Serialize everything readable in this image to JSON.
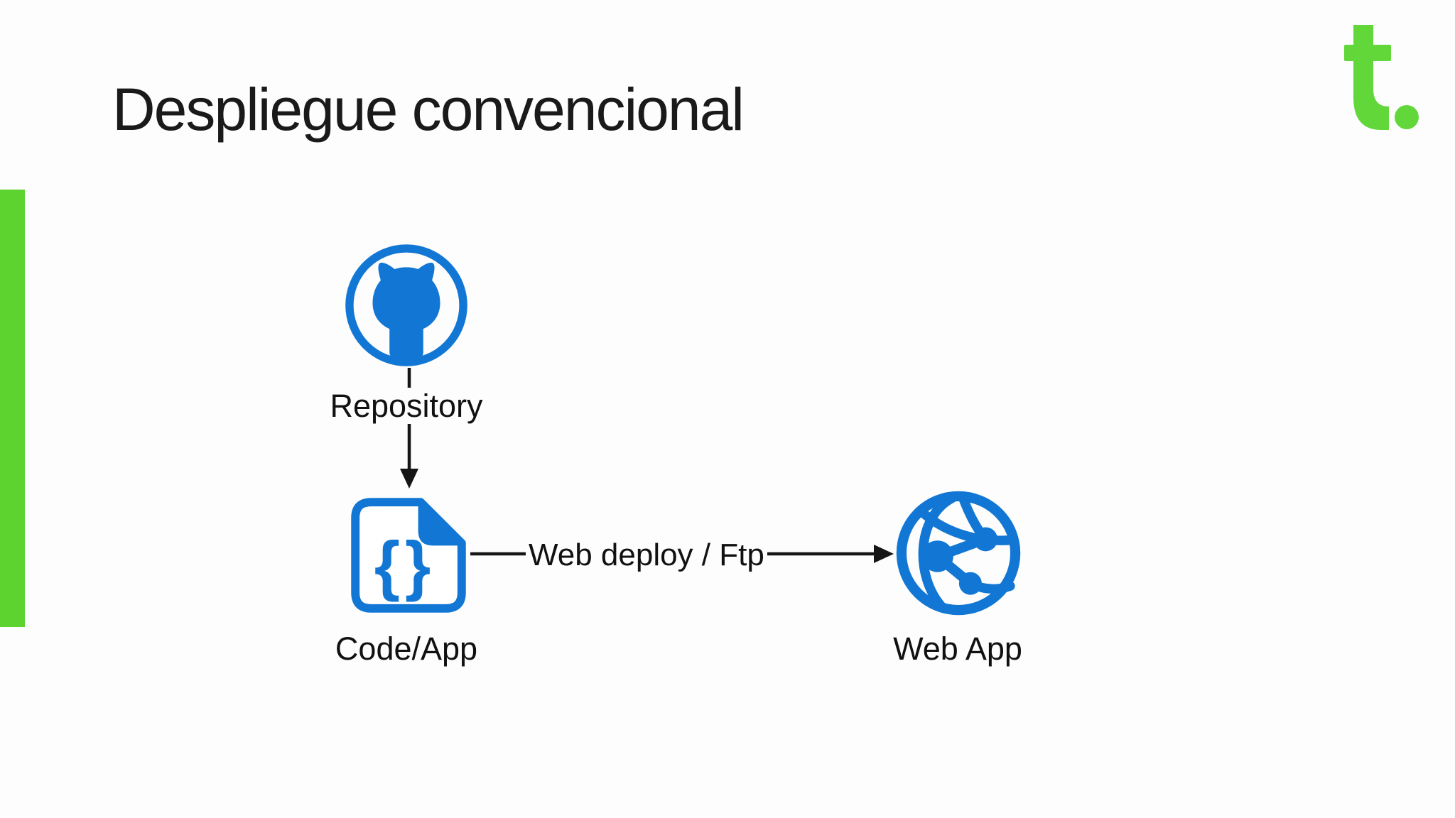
{
  "slide": {
    "title": "Despliegue convencional",
    "logo_text": "t.",
    "colors": {
      "accent_green": "#5cd32f",
      "logo_green": "#62d73a",
      "icon_blue": "#1277d4",
      "arrow_black": "#151515",
      "background": "#fdfdfd",
      "title_text": "#1a1a1a"
    }
  },
  "diagram": {
    "nodes": [
      {
        "label": "Repository",
        "icon": "github-icon"
      },
      {
        "label": "Code/App",
        "icon": "code-file-icon",
        "glyph": "{}"
      },
      {
        "label": "Web App",
        "icon": "web-app-globe-icon"
      }
    ],
    "edges": [
      {
        "from": "Repository",
        "to": "Code/App",
        "label": ""
      },
      {
        "from": "Code/App",
        "to": "Web App",
        "label": "Web deploy / Ftp"
      }
    ]
  }
}
